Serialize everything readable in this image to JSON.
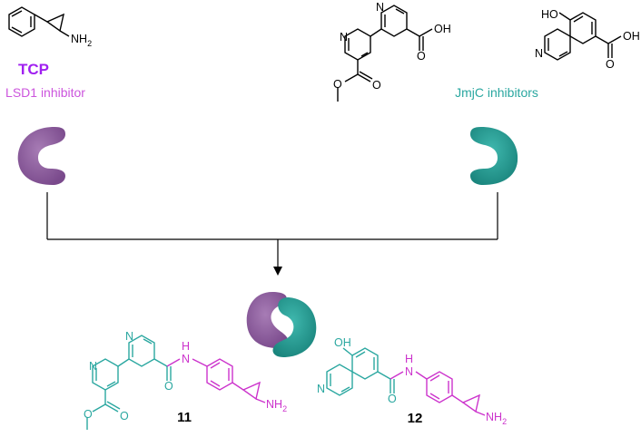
{
  "colors": {
    "lsd1": "#a020f0",
    "lsd1_label": "#cc55dd",
    "jmjc": "#2aa7a0",
    "jmjc_label": "#2aa7a0",
    "protein_purple": "#8e5aa0",
    "protein_teal": "#229b92",
    "line": "#000000"
  },
  "left": {
    "compound_name": "TCP",
    "class_label": "LSD1 inhibitor",
    "nh2": "NH",
    "nh2_sub": "2"
  },
  "right": {
    "class_label": "JmjC inhibitors",
    "cooh": "OH",
    "cooh2": "OH",
    "ho": "HO",
    "n1": "N",
    "n2": "N",
    "n3": "N",
    "ester_o": "O",
    "ester_o2": "O",
    "acid_o": "O",
    "acid_o2": "O"
  },
  "compound11": {
    "number": "11",
    "n_a": "N",
    "n_b": "N",
    "amide_o": "O",
    "nh": "H",
    "nh_n": "N",
    "ester_o": "O",
    "ester_o2": "O",
    "nh2": "NH",
    "nh2_sub": "2"
  },
  "compound12": {
    "number": "12",
    "oh": "OH",
    "n": "N",
    "amide_o": "O",
    "nh": "H",
    "nh_n": "N",
    "nh2": "NH",
    "nh2_sub": "2"
  },
  "icons": [
    "protein-purple-icon",
    "protein-teal-icon",
    "protein-complex-icon",
    "arrow-down-icon"
  ]
}
